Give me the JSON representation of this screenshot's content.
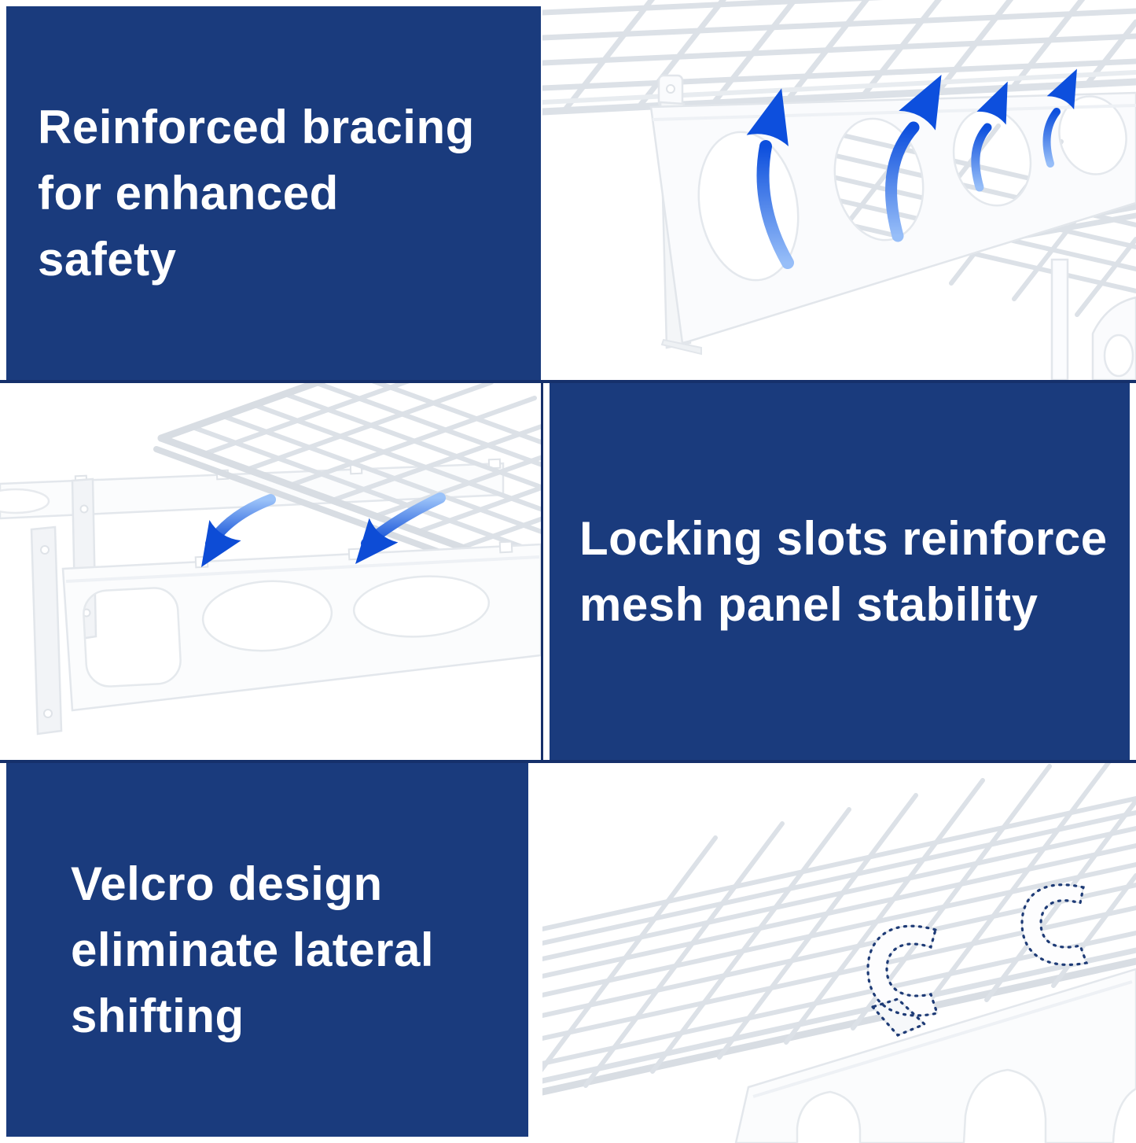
{
  "page": {
    "kind": "product-feature-collage",
    "subject": "wall-mounted garage wire shelf"
  },
  "features": [
    {
      "id": "bracing",
      "caption_lines": [
        "Reinforced bracing",
        "for enhanced",
        "safety"
      ]
    },
    {
      "id": "locking",
      "caption_lines": [
        "Locking slots reinforce",
        "mesh panel stability"
      ]
    },
    {
      "id": "velcro",
      "caption_lines": [
        "Velcro design",
        "eliminate lateral",
        "shifting"
      ]
    }
  ],
  "colors": {
    "panel_navy": "#1a3b7d",
    "separator_navy": "#15306b",
    "caption_text": "#ffffff",
    "arrow_blue_dark": "#0d4fdd",
    "arrow_blue_light": "#97bef8",
    "dotted_outline_navy": "#1e3b76",
    "metal_gray": "#dce1e7"
  },
  "icons": {
    "up_arrows_in_bracing_photo": 4,
    "down_arrows_in_locking_photo": 2,
    "velcro_straps_in_velcro_photo": 2
  }
}
